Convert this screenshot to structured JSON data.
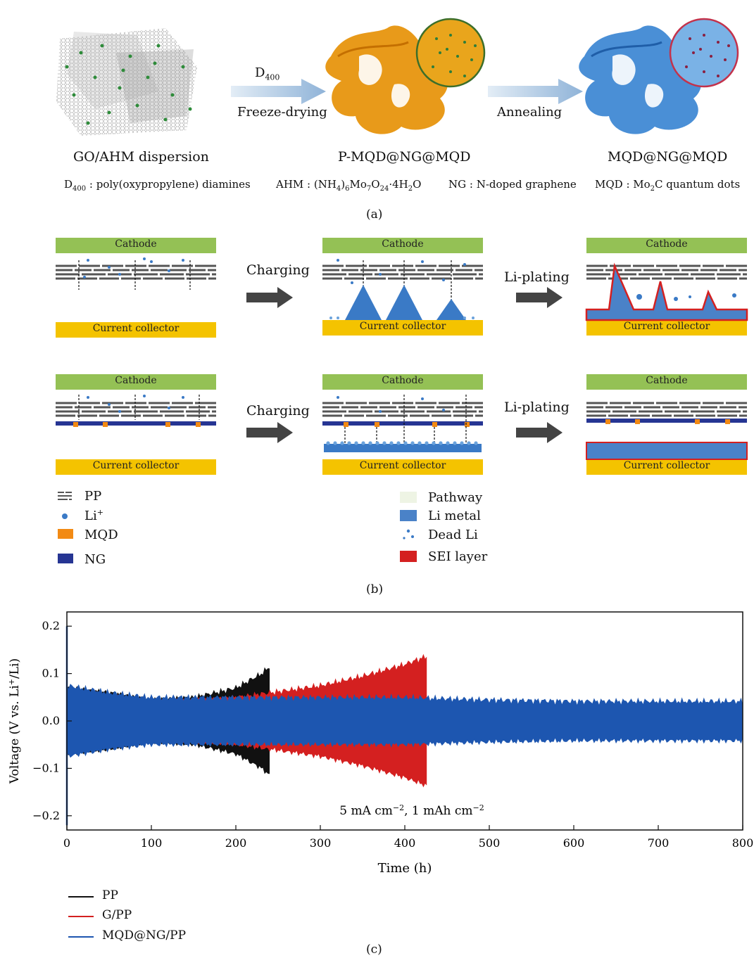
{
  "panel_a": {
    "tag": "(a)",
    "step1_top": "D",
    "step1_sub": "400",
    "step1_bottom": "Freeze-drying",
    "step2_label": "Annealing",
    "stages": [
      "GO/AHM dispersion",
      "P-MQD@NG@MQD",
      "MQD@NG@MQD"
    ],
    "def_d400_main": "D",
    "def_d400_sub": "400",
    "def_d400_rest": " : poly(oxypropylene) diamines",
    "def_ahm_pre": "AHM : (NH",
    "def_ahm_s1": "4",
    "def_ahm_mid1": ")",
    "def_ahm_s2": "6",
    "def_ahm_mid2": "Mo",
    "def_ahm_s3": "7",
    "def_ahm_mid3": "O",
    "def_ahm_s4": "24",
    "def_ahm_mid4": "·4H",
    "def_ahm_s5": "2",
    "def_ahm_end": "O",
    "def_ng": "NG : N-doped graphene",
    "def_mqd_pre": "MQD : Mo",
    "def_mqd_sub": "2",
    "def_mqd_end": "C quantum dots"
  },
  "panel_b": {
    "tag": "(b)",
    "cathode": "Cathode",
    "collector": "Current collector",
    "charging": "Charging",
    "li_plating": "Li-plating",
    "legend_left": [
      "PP",
      "Li",
      "MQD",
      "NG"
    ],
    "li_sup": "+",
    "legend_right": [
      "Pathway",
      "Li metal",
      "Dead Li",
      "SEI layer"
    ]
  },
  "panel_c": {
    "tag": "(c)",
    "condition_a": "5 mA cm",
    "condition_sup1": "−2",
    "condition_b": ", 1 mAh cm",
    "condition_sup2": "−2"
  },
  "colors": {
    "pp": "#111111",
    "gpp": "#d42020",
    "mqd": "#1d56b0",
    "cathode": "#94c155",
    "collector": "#f4c300",
    "li_metal": "#4a82c8",
    "sei": "#d42020",
    "ng": "#263593",
    "mqd_square": "#f28a14"
  },
  "chart_data": {
    "type": "line",
    "xlabel": "Time (h)",
    "ylabel": "Voltage (V vs. Li+/Li)",
    "xlim": [
      0,
      800
    ],
    "ylim": [
      -0.23,
      0.23
    ],
    "xticks": [
      0,
      100,
      200,
      300,
      400,
      500,
      600,
      700,
      800
    ],
    "yticks": [
      -0.2,
      -0.1,
      0.0,
      0.1,
      0.2
    ],
    "ytick_labels": [
      "−0.2",
      "−0.1",
      "0.0",
      "0.1",
      "0.2"
    ],
    "legend_position": "bottom-left, below plot",
    "series": [
      {
        "name": "PP",
        "color": "#111111",
        "envelope": [
          [
            0,
            0.07
          ],
          [
            50,
            0.06
          ],
          [
            100,
            0.045
          ],
          [
            150,
            0.05
          ],
          [
            200,
            0.07
          ],
          [
            230,
            0.1
          ],
          [
            240,
            0.115
          ]
        ],
        "end_h": 240
      },
      {
        "name": "G/PP",
        "color": "#d42020",
        "envelope": [
          [
            0,
            0.065
          ],
          [
            100,
            0.04
          ],
          [
            200,
            0.05
          ],
          [
            300,
            0.075
          ],
          [
            350,
            0.095
          ],
          [
            400,
            0.12
          ],
          [
            427,
            0.138
          ]
        ],
        "end_h": 427
      },
      {
        "name": "MQD@NG/PP",
        "color": "#1d56b0",
        "envelope": [
          [
            0,
            0.075
          ],
          [
            50,
            0.06
          ],
          [
            100,
            0.05
          ],
          [
            200,
            0.05
          ],
          [
            300,
            0.05
          ],
          [
            400,
            0.05
          ],
          [
            500,
            0.045
          ],
          [
            600,
            0.042
          ],
          [
            700,
            0.042
          ],
          [
            800,
            0.042
          ]
        ],
        "end_h": 800
      }
    ]
  }
}
